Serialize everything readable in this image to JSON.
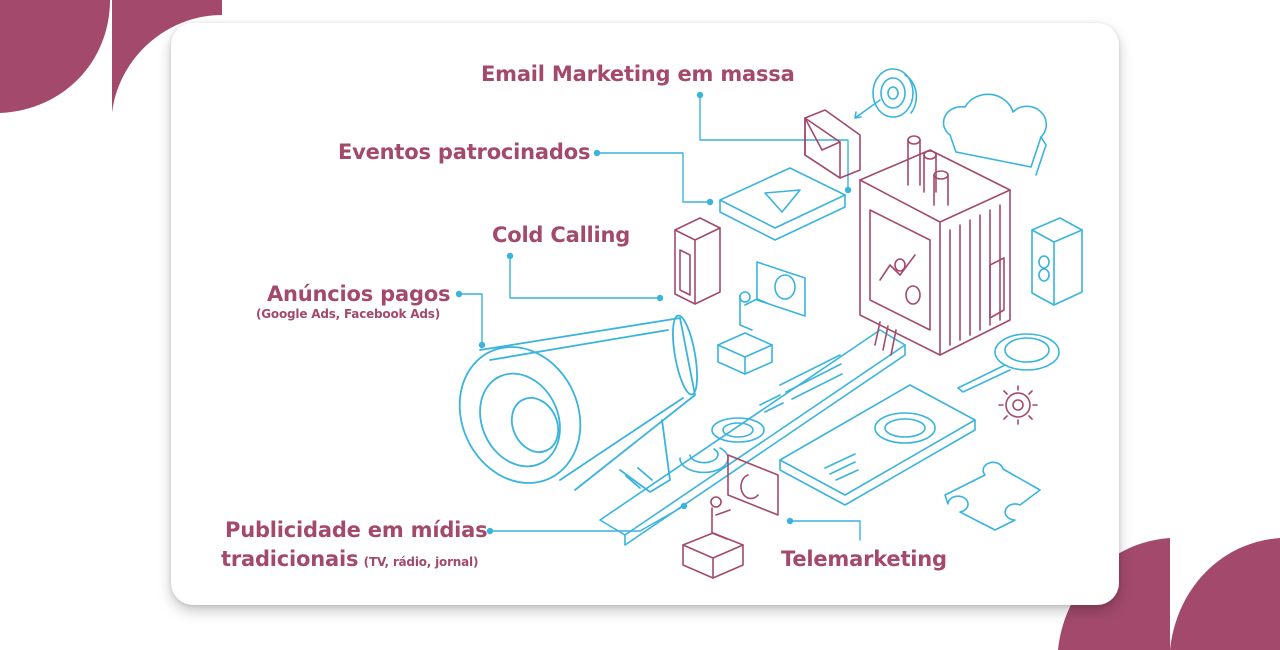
{
  "colors": {
    "accent": "#a34a6c",
    "illustration_blue": "#3ab4dd",
    "illustration_pink": "#a34a6c"
  },
  "labels": {
    "email": "Email Marketing em massa",
    "eventos": "Eventos patrocinados",
    "cold": "Cold Calling",
    "anuncios": "Anúncios pagos",
    "anuncios_sub": "(Google Ads, Facebook Ads)",
    "publicidade_1": "Publicidade em mídias",
    "publicidade_2": "tradicionais",
    "publicidade_sub": "(TV, rádio, jornal)",
    "telemarketing": "Telemarketing"
  }
}
